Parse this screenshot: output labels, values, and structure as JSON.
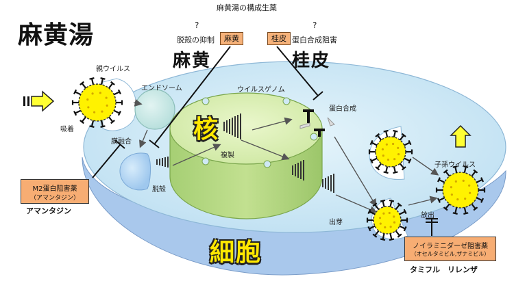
{
  "title": "麻黄湯",
  "components": {
    "header": "麻黄湯の構成生薬",
    "mao_label": "麻黄",
    "keihi_label": "桂皮",
    "mao_effect": "脱殻の抑制",
    "keihi_effect": "蛋白合成阻害",
    "question_mark": "?",
    "mao_big": "麻黄",
    "keihi_big": "桂皮"
  },
  "labels": {
    "parent_virus": "親ウイルス",
    "adsorption": "吸着",
    "endosome": "エンドソーム",
    "membrane_fusion": "膜融合",
    "uncoating": "脱殻",
    "viral_genome": "ウイルスゲノム",
    "nucleus": "核",
    "replication": "複製",
    "protein_synthesis": "蛋白合成",
    "budding": "出芽",
    "release": "放出",
    "progeny_virus": "子孫ウイルス",
    "cell": "細胞"
  },
  "drugs": {
    "m2_name": "M2蛋白阻害薬",
    "m2_generic": "（アマンタジン）",
    "m2_brand": "アマンタジン",
    "na_name": "ノイラミニダーゼ阻害薬",
    "na_generic": "（オセルタミビル,ザナミビル）",
    "na_brand": "タミフル　リレンザ"
  },
  "colors": {
    "cytoplasm": "#cfe9f5",
    "cell_base": "#a9c8ec",
    "nucleus_top": "#d6eeb0",
    "nucleus_side": "#a8d078",
    "endosome": "#c7e8e6",
    "virus_yellow": "#fff200",
    "drug_box": "#f7ad73",
    "arrow_yellow": "#ffff33"
  }
}
